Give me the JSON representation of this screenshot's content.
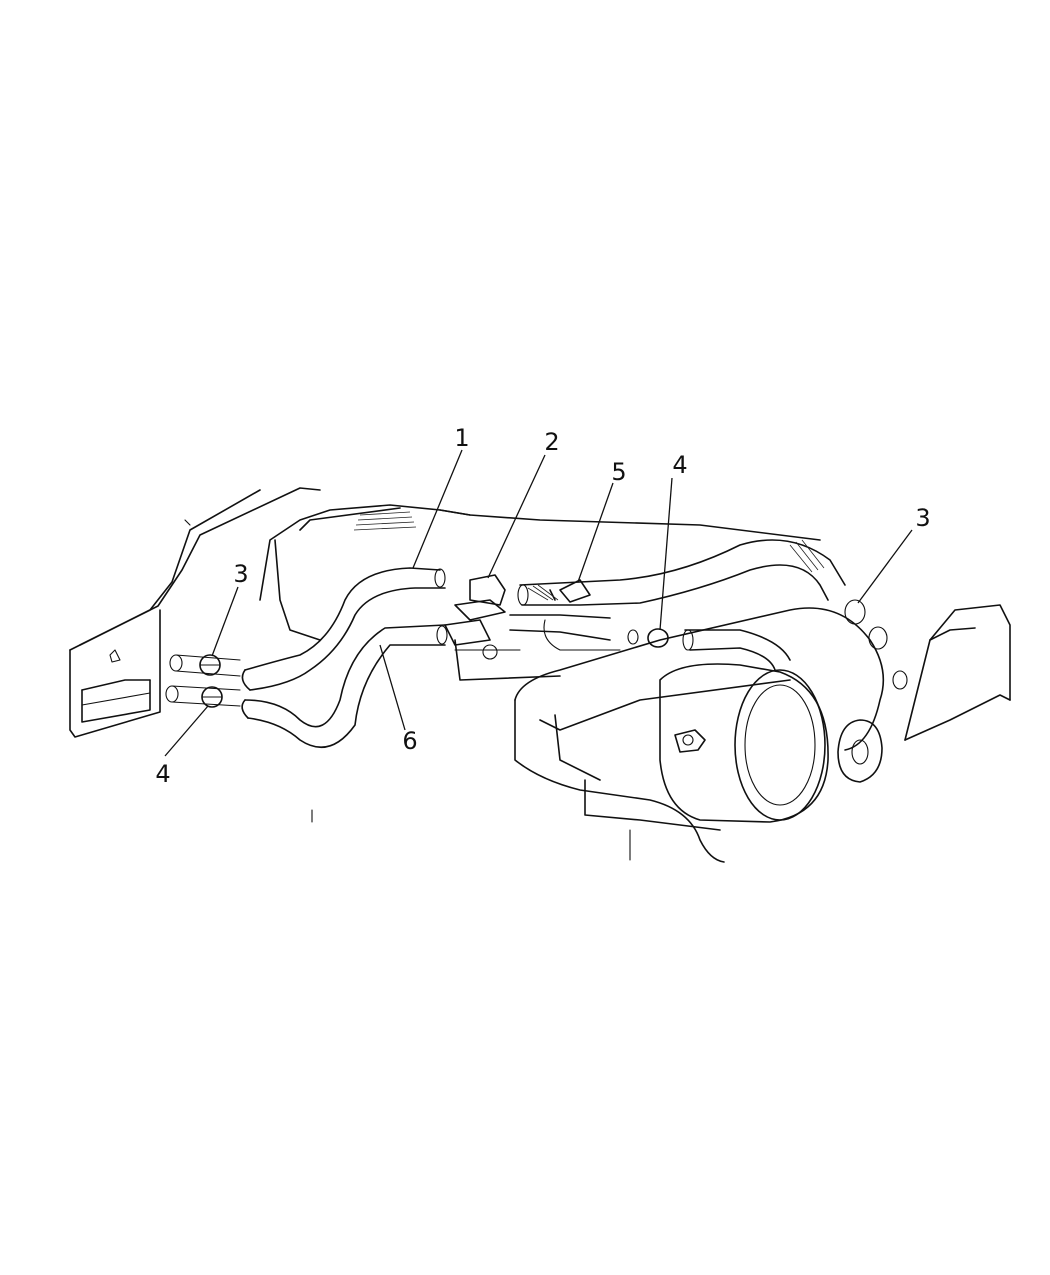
{
  "callouts": [
    {
      "id": "c1",
      "label": "1"
    },
    {
      "id": "c2",
      "label": "2"
    },
    {
      "id": "c3-left",
      "label": "3"
    },
    {
      "id": "c3-right",
      "label": "3"
    },
    {
      "id": "c4-left",
      "label": "4"
    },
    {
      "id": "c4-center",
      "label": "4"
    },
    {
      "id": "c5",
      "label": "5"
    },
    {
      "id": "c6",
      "label": "6"
    }
  ]
}
